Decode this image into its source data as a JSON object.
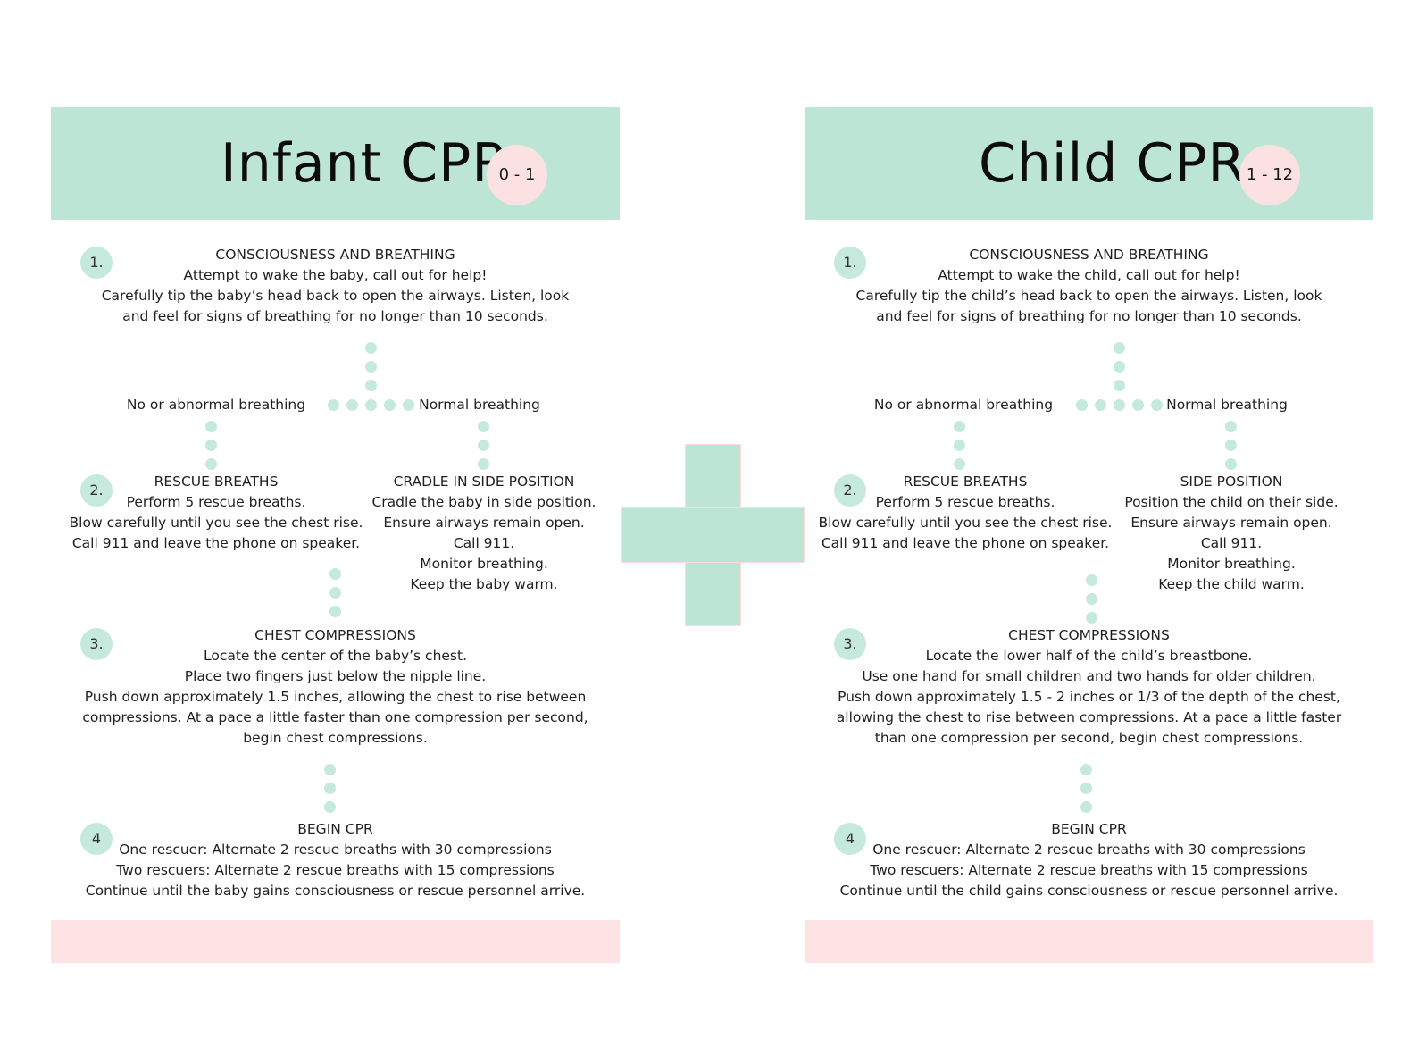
{
  "infant": {
    "title": "Infant CPR",
    "age": "0 - 1",
    "step1": {
      "num": "1.",
      "heading": "CONSCIOUSNESS AND BREATHING",
      "lines": [
        "Attempt to wake the baby, call out for help!",
        "Carefully tip the baby’s head back to open the airways. Listen, look",
        "and feel for signs of breathing for no longer than 10 seconds."
      ]
    },
    "branch_left": "No or abnormal breathing",
    "branch_right": "Normal breathing",
    "step2": {
      "num": "2.",
      "heading": "RESCUE BREATHS",
      "lines": [
        "Perform 5 rescue breaths.",
        "Blow carefully until you see the chest rise.",
        "Call 911 and leave the phone on speaker."
      ]
    },
    "side": {
      "heading": "CRADLE IN SIDE POSITION",
      "lines": [
        "Cradle the baby in side position.",
        "Ensure airways remain open.",
        "Call 911.",
        "Monitor breathing.",
        "Keep the baby warm."
      ]
    },
    "step3": {
      "num": "3.",
      "heading": "CHEST COMPRESSIONS",
      "lines": [
        "Locate the center of the baby’s chest.",
        "Place two fingers just below the nipple line.",
        "Push down approximately 1.5 inches, allowing the chest to rise between",
        "compressions. At a pace a little faster than one compression per second,",
        "begin chest compressions."
      ]
    },
    "step4": {
      "num": "4",
      "heading": "BEGIN CPR",
      "lines": [
        "One rescuer: Alternate 2 rescue breaths with 30 compressions",
        "Two rescuers: Alternate 2 rescue breaths with 15 compressions",
        "Continue until the baby gains consciousness or rescue personnel arrive."
      ]
    }
  },
  "child": {
    "title": "Child CPR",
    "age": "1 - 12",
    "step1": {
      "num": "1.",
      "heading": "CONSCIOUSNESS AND BREATHING",
      "lines": [
        "Attempt to wake the child, call out for help!",
        "Carefully tip the child’s head back to open the airways. Listen, look",
        "and feel for signs of breathing for no longer than 10 seconds."
      ]
    },
    "branch_left": "No or abnormal breathing",
    "branch_right": "Normal breathing",
    "step2": {
      "num": "2.",
      "heading": "RESCUE BREATHS",
      "lines": [
        "Perform 5 rescue breaths.",
        "Blow carefully until you see the chest rise.",
        "Call 911 and leave the phone on speaker."
      ]
    },
    "side": {
      "heading": "SIDE POSITION",
      "lines": [
        "Position the child on their side.",
        "Ensure airways remain open.",
        "Call 911.",
        "Monitor breathing.",
        "Keep the child warm."
      ]
    },
    "step3": {
      "num": "3.",
      "heading": "CHEST COMPRESSIONS",
      "lines": [
        "Locate the lower half of the child’s breastbone.",
        "Use one hand for small children and two hands for older children.",
        "Push down approximately 1.5 - 2 inches or 1/3 of the depth of the chest,",
        "allowing the chest to rise between compressions. At a pace a little faster",
        "than one compression per second, begin chest compressions."
      ]
    },
    "step4": {
      "num": "4",
      "heading": "BEGIN CPR",
      "lines": [
        "One rescuer: Alternate 2 rescue breaths with 30 compressions",
        "Two rescuers: Alternate 2 rescue breaths with 15 compressions",
        "Continue until the child gains consciousness or rescue personnel arrive."
      ]
    }
  },
  "colors": {
    "mint": "#bce5d6",
    "pink": "#fde3e3"
  }
}
